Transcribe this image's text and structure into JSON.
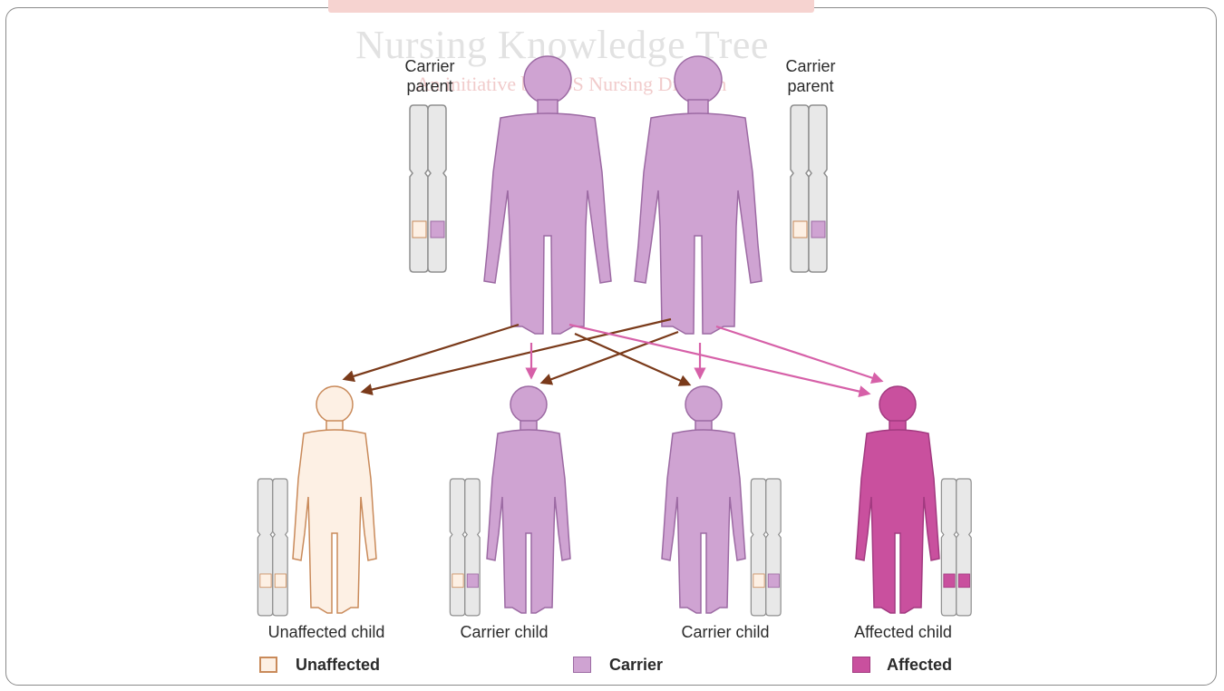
{
  "watermark": {
    "title": "Nursing Knowledge Tree",
    "subtitle": "An initiative by CBS Nursing Division"
  },
  "parents": [
    {
      "label_line1": "Carrier",
      "label_line2": "parent",
      "status": "carrier"
    },
    {
      "label_line1": "Carrier",
      "label_line2": "parent",
      "status": "carrier"
    }
  ],
  "children": [
    {
      "label": "Unaffected child",
      "status": "unaffected"
    },
    {
      "label": "Carrier child",
      "status": "carrier"
    },
    {
      "label": "Carrier child",
      "status": "carrier"
    },
    {
      "label": "Affected child",
      "status": "affected"
    }
  ],
  "legend": [
    {
      "label": "Unaffected",
      "status": "unaffected"
    },
    {
      "label": "Carrier",
      "status": "carrier"
    },
    {
      "label": "Affected",
      "status": "affected"
    }
  ],
  "colors": {
    "unaffected_fill": "#fdf0e4",
    "unaffected_stroke": "#c98a5a",
    "carrier_fill": "#cfa3d2",
    "carrier_stroke": "#9c6aa3",
    "affected_fill": "#c9509e",
    "affected_stroke": "#a23a80",
    "normal_allele_arrow": "#7a3a1a",
    "recessive_allele_arrow": "#d660a8",
    "chromosome_fill": "#e8e8e8",
    "chromosome_stroke": "#8f8f8f"
  }
}
